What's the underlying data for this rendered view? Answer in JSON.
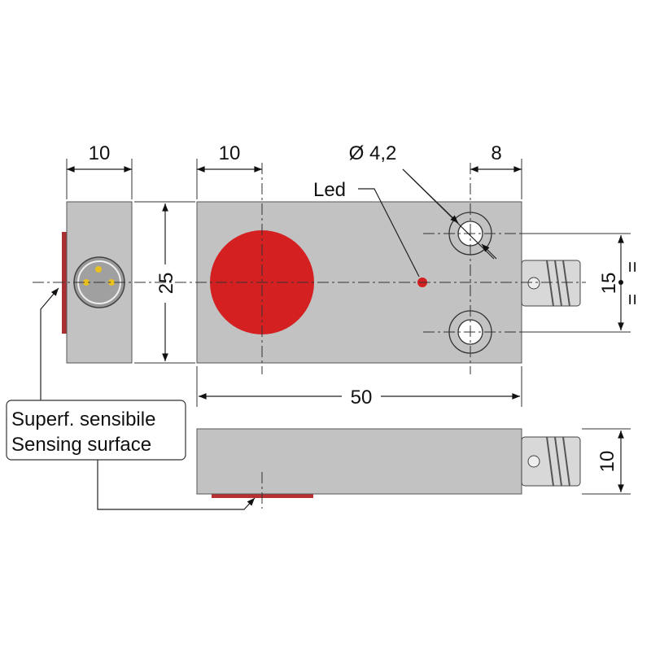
{
  "dimensions": {
    "left_width": "10",
    "sensor_diameter_offset": "10",
    "hole_diameter": "Ø 4,2",
    "hole_offset": "8",
    "height": "25",
    "hole_spacing": "15",
    "equal_top": "=",
    "equal_bottom": "=",
    "length": "50",
    "thickness": "10"
  },
  "labels": {
    "led": "Led",
    "sensing_it": "Superf. sensibile",
    "sensing_en": "Sensing surface"
  },
  "colors": {
    "body": "#c0c0c0",
    "sensing": "#d42020",
    "pins": "#e8c020"
  }
}
